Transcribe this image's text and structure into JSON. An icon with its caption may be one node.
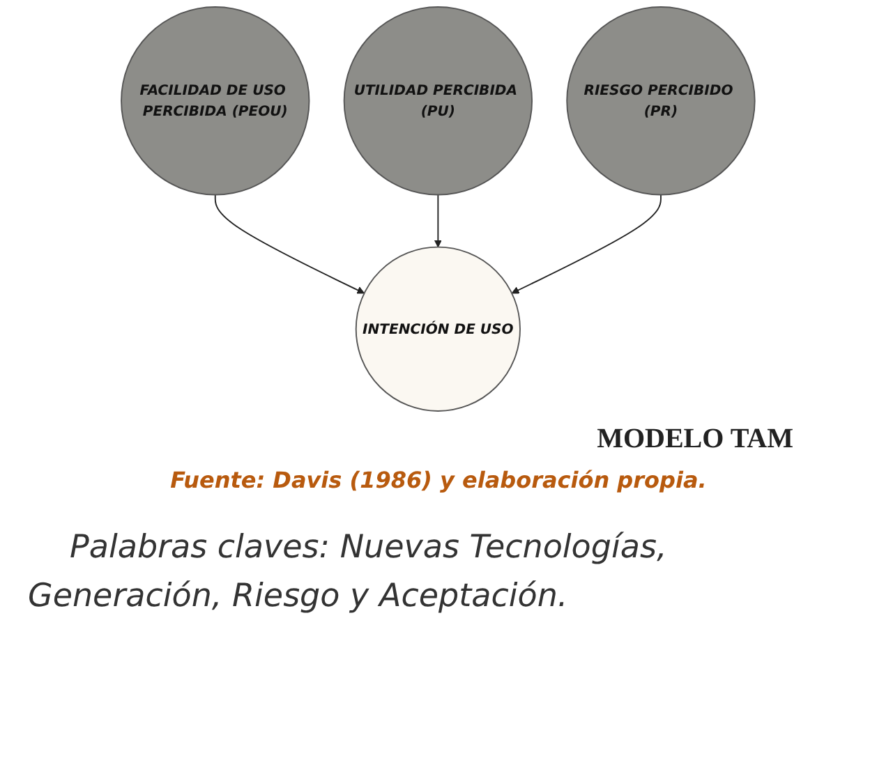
{
  "diagram": {
    "caption": "Fuente: Davis (1986) y elaboración propia.",
    "nodes": [
      {
        "text": [
          "FACILIDAD DE USO PERCIBIDA (PEOU)"
        ]
      },
      {
        "text": [
          "UTILIDAD PERCIBIDA (PU)"
        ]
      },
      {
        "text": [
          "RIESGO PERCIBIDO (PR)"
        ]
      },
      {
        "text": [
          "INTENCIÓN DE USO"
        ]
      }
    ],
    "edges": [
      {
        "from": 0,
        "to": 3,
        "arrow": "to"
      },
      {
        "from": 1,
        "to": 3,
        "arrow": "to"
      },
      {
        "from": 2,
        "to": 3,
        "arrow": "to"
      }
    ],
    "labels": [
      "MODELO TAM",
      "Palabras claves: Nuevas Tecnologías, Generación, Riesgo y Aceptación."
    ]
  }
}
